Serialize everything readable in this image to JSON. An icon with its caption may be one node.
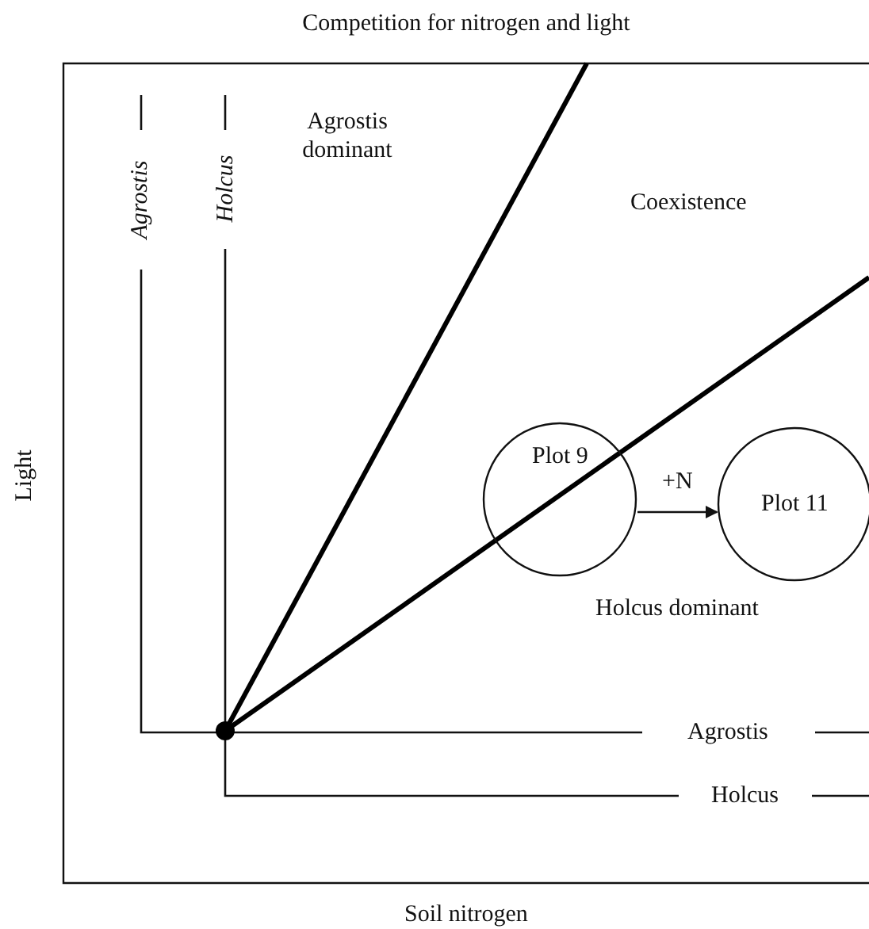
{
  "diagram": {
    "title": "Competition for nitrogen and light",
    "nodes": [
      {
        "text": [
          "Plot 9"
        ]
      },
      {
        "text": [
          "Plot 11"
        ]
      }
    ],
    "edges": [
      {
        "from": 0,
        "to": 1,
        "arrow": "to",
        "label": "+N"
      }
    ],
    "labels": [
      "Agrostis",
      "Holcus",
      "Agrostis dominant",
      "Coexistence",
      "Light",
      "Holcus dominant",
      "Agrostis",
      "Holcus",
      "Soil nitrogen"
    ]
  }
}
